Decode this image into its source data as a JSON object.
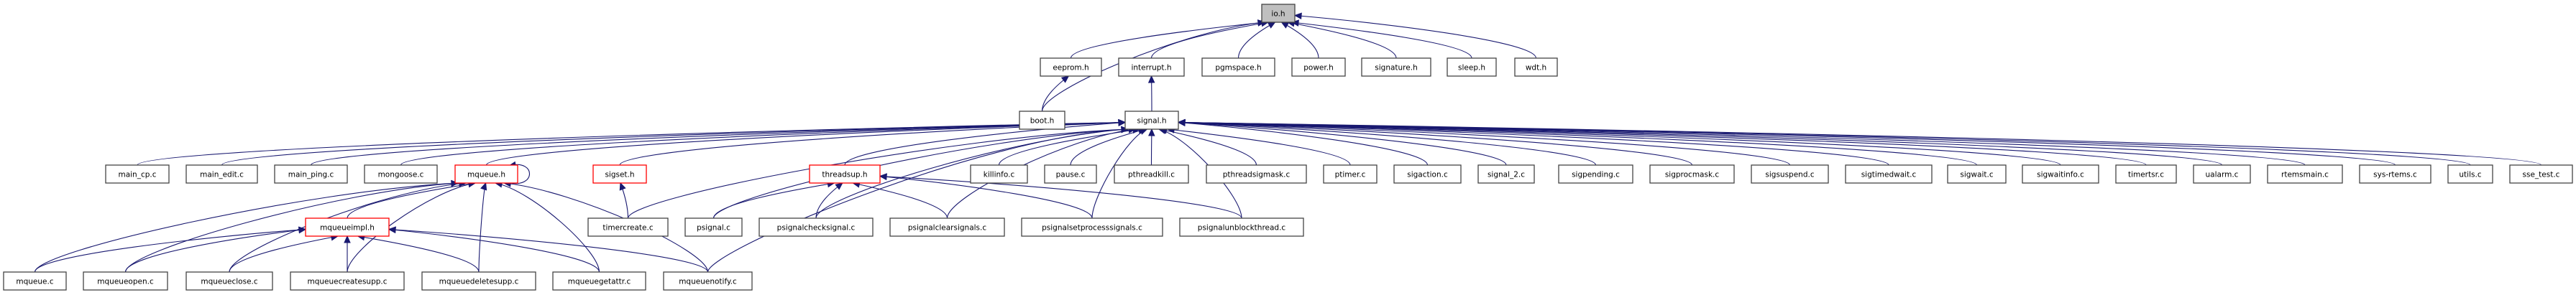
{
  "graph": {
    "title": "io.h include dependency graph",
    "colors": {
      "edge": "#191970",
      "focus_fill": "#bfbfbf",
      "node_fill": "#ffffff",
      "node_border": "#444444",
      "truncated_border": "#ff0000"
    },
    "nodes": [
      {
        "id": "io_h",
        "label": "io.h",
        "kind": "focus"
      },
      {
        "id": "eeprom_h",
        "label": "eeprom.h",
        "kind": "normal"
      },
      {
        "id": "interrupt_h",
        "label": "interrupt.h",
        "kind": "normal"
      },
      {
        "id": "pgmspace_h",
        "label": "pgmspace.h",
        "kind": "normal"
      },
      {
        "id": "power_h",
        "label": "power.h",
        "kind": "normal"
      },
      {
        "id": "signature_h",
        "label": "signature.h",
        "kind": "normal"
      },
      {
        "id": "sleep_h",
        "label": "sleep.h",
        "kind": "normal"
      },
      {
        "id": "wdt_h",
        "label": "wdt.h",
        "kind": "normal"
      },
      {
        "id": "boot_h",
        "label": "boot.h",
        "kind": "normal"
      },
      {
        "id": "signal_h",
        "label": "signal.h",
        "kind": "normal"
      },
      {
        "id": "main_cp_c",
        "label": "main_cp.c",
        "kind": "normal"
      },
      {
        "id": "main_edit_c",
        "label": "main_edit.c",
        "kind": "normal"
      },
      {
        "id": "main_ping_c",
        "label": "main_ping.c",
        "kind": "normal"
      },
      {
        "id": "mongoose_c",
        "label": "mongoose.c",
        "kind": "normal"
      },
      {
        "id": "mqueue_h",
        "label": "mqueue.h",
        "kind": "truncated"
      },
      {
        "id": "sigset_h",
        "label": "sigset.h",
        "kind": "truncated"
      },
      {
        "id": "threadsup_h",
        "label": "threadsup.h",
        "kind": "truncated"
      },
      {
        "id": "killinfo_c",
        "label": "killinfo.c",
        "kind": "normal"
      },
      {
        "id": "pause_c",
        "label": "pause.c",
        "kind": "normal"
      },
      {
        "id": "pthreadkill_c",
        "label": "pthreadkill.c",
        "kind": "normal"
      },
      {
        "id": "pthreadsigmask_c",
        "label": "pthreadsigmask.c",
        "kind": "normal"
      },
      {
        "id": "ptimer_c",
        "label": "ptimer.c",
        "kind": "normal"
      },
      {
        "id": "sigaction_c",
        "label": "sigaction.c",
        "kind": "normal"
      },
      {
        "id": "signal_2_c",
        "label": "signal_2.c",
        "kind": "normal"
      },
      {
        "id": "sigpending_c",
        "label": "sigpending.c",
        "kind": "normal"
      },
      {
        "id": "sigprocmask_c",
        "label": "sigprocmask.c",
        "kind": "normal"
      },
      {
        "id": "sigsuspend_c",
        "label": "sigsuspend.c",
        "kind": "normal"
      },
      {
        "id": "sigtimedwait_c",
        "label": "sigtimedwait.c",
        "kind": "normal"
      },
      {
        "id": "sigwait_c",
        "label": "sigwait.c",
        "kind": "normal"
      },
      {
        "id": "sigwaitinfo_c",
        "label": "sigwaitinfo.c",
        "kind": "normal"
      },
      {
        "id": "timertsr_c",
        "label": "timertsr.c",
        "kind": "normal"
      },
      {
        "id": "ualarm_c",
        "label": "ualarm.c",
        "kind": "normal"
      },
      {
        "id": "rtemsmain_c",
        "label": "rtemsmain.c",
        "kind": "normal"
      },
      {
        "id": "sys_rtems_c",
        "label": "sys-rtems.c",
        "kind": "normal"
      },
      {
        "id": "utils_c",
        "label": "utils.c",
        "kind": "normal"
      },
      {
        "id": "sse_test_c",
        "label": "sse_test.c",
        "kind": "normal"
      },
      {
        "id": "mqueueimpl_h",
        "label": "mqueueimpl.h",
        "kind": "truncated"
      },
      {
        "id": "timercreate_c",
        "label": "timercreate.c",
        "kind": "normal"
      },
      {
        "id": "psignal_c",
        "label": "psignal.c",
        "kind": "normal"
      },
      {
        "id": "psignalchecksignal_c",
        "label": "psignalchecksignal.c",
        "kind": "normal"
      },
      {
        "id": "psignalclearsignals_c",
        "label": "psignalclearsignals.c",
        "kind": "normal"
      },
      {
        "id": "psignalsetprocesssignals_c",
        "label": "psignalsetprocesssignals.c",
        "kind": "normal"
      },
      {
        "id": "psignalunblockthread_c",
        "label": "psignalunblockthread.c",
        "kind": "normal"
      },
      {
        "id": "mqueue_c",
        "label": "mqueue.c",
        "kind": "normal"
      },
      {
        "id": "mqueueopen_c",
        "label": "mqueueopen.c",
        "kind": "normal"
      },
      {
        "id": "mqueueclose_c",
        "label": "mqueueclose.c",
        "kind": "normal"
      },
      {
        "id": "mqueuecreatesupp_c",
        "label": "mqueuecreatesupp.c",
        "kind": "normal"
      },
      {
        "id": "mqueuedeletesupp_c",
        "label": "mqueuedeletesupp.c",
        "kind": "normal"
      },
      {
        "id": "mqueuegetattr_c",
        "label": "mqueuegetattr.c",
        "kind": "normal"
      },
      {
        "id": "mqueuenotify_c",
        "label": "mqueuenotify.c",
        "kind": "normal"
      }
    ],
    "edges": [
      [
        "eeprom_h",
        "io_h"
      ],
      [
        "interrupt_h",
        "io_h"
      ],
      [
        "pgmspace_h",
        "io_h"
      ],
      [
        "power_h",
        "io_h"
      ],
      [
        "signature_h",
        "io_h"
      ],
      [
        "sleep_h",
        "io_h"
      ],
      [
        "wdt_h",
        "io_h"
      ],
      [
        "boot_h",
        "io_h"
      ],
      [
        "boot_h",
        "eeprom_h"
      ],
      [
        "signal_h",
        "interrupt_h"
      ],
      [
        "main_cp_c",
        "signal_h"
      ],
      [
        "main_edit_c",
        "signal_h"
      ],
      [
        "main_ping_c",
        "signal_h"
      ],
      [
        "mongoose_c",
        "signal_h"
      ],
      [
        "mqueue_h",
        "signal_h"
      ],
      [
        "sigset_h",
        "signal_h"
      ],
      [
        "timercreate_c",
        "signal_h"
      ],
      [
        "psignal_c",
        "signal_h"
      ],
      [
        "threadsup_h",
        "signal_h"
      ],
      [
        "psignalchecksignal_c",
        "signal_h"
      ],
      [
        "psignalclearsignals_c",
        "signal_h"
      ],
      [
        "psignalsetprocesssignals_c",
        "signal_h"
      ],
      [
        "psignalunblockthread_c",
        "signal_h"
      ],
      [
        "mqueuenotify_c",
        "signal_h"
      ],
      [
        "killinfo_c",
        "signal_h"
      ],
      [
        "pause_c",
        "signal_h"
      ],
      [
        "pthreadkill_c",
        "signal_h"
      ],
      [
        "pthreadsigmask_c",
        "signal_h"
      ],
      [
        "ptimer_c",
        "signal_h"
      ],
      [
        "sigaction_c",
        "signal_h"
      ],
      [
        "signal_2_c",
        "signal_h"
      ],
      [
        "sigpending_c",
        "signal_h"
      ],
      [
        "sigprocmask_c",
        "signal_h"
      ],
      [
        "sigsuspend_c",
        "signal_h"
      ],
      [
        "sigtimedwait_c",
        "signal_h"
      ],
      [
        "sigwait_c",
        "signal_h"
      ],
      [
        "sigwaitinfo_c",
        "signal_h"
      ],
      [
        "timertsr_c",
        "signal_h"
      ],
      [
        "ualarm_c",
        "signal_h"
      ],
      [
        "rtemsmain_c",
        "signal_h"
      ],
      [
        "sys_rtems_c",
        "signal_h"
      ],
      [
        "utils_c",
        "signal_h"
      ],
      [
        "sse_test_c",
        "signal_h"
      ],
      [
        "mqueue_h",
        "mqueue_h"
      ],
      [
        "mqueueimpl_h",
        "mqueue_h"
      ],
      [
        "mqueue_c",
        "mqueue_h"
      ],
      [
        "mqueueopen_c",
        "mqueue_h"
      ],
      [
        "mqueueclose_c",
        "mqueue_h"
      ],
      [
        "mqueuecreatesupp_c",
        "mqueue_h"
      ],
      [
        "mqueuedeletesupp_c",
        "mqueue_h"
      ],
      [
        "mqueuegetattr_c",
        "mqueue_h"
      ],
      [
        "mqueuenotify_c",
        "mqueue_h"
      ],
      [
        "mqueue_c",
        "mqueueimpl_h"
      ],
      [
        "mqueueopen_c",
        "mqueueimpl_h"
      ],
      [
        "mqueueclose_c",
        "mqueueimpl_h"
      ],
      [
        "mqueuecreatesupp_c",
        "mqueueimpl_h"
      ],
      [
        "mqueuedeletesupp_c",
        "mqueueimpl_h"
      ],
      [
        "mqueuegetattr_c",
        "mqueueimpl_h"
      ],
      [
        "mqueuenotify_c",
        "mqueueimpl_h"
      ],
      [
        "timercreate_c",
        "sigset_h"
      ],
      [
        "psignal_c",
        "threadsup_h"
      ],
      [
        "psignalchecksignal_c",
        "threadsup_h"
      ],
      [
        "psignalclearsignals_c",
        "threadsup_h"
      ],
      [
        "psignalsetprocesssignals_c",
        "threadsup_h"
      ],
      [
        "psignalunblockthread_c",
        "threadsup_h"
      ]
    ]
  }
}
